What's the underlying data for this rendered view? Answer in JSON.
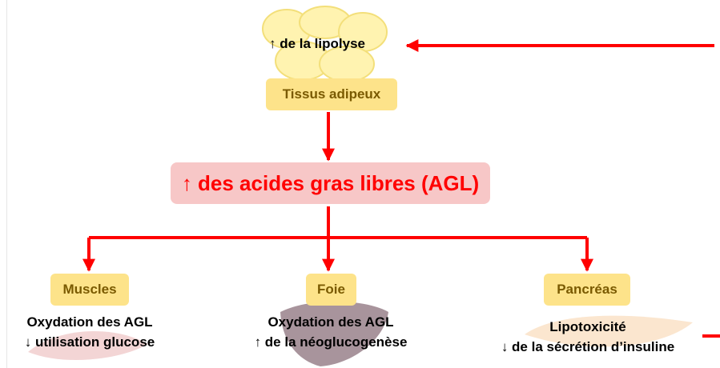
{
  "diagram": {
    "lipolysis_label": "↑ de la lipolyse",
    "adipose_label": "Tissus adipeux",
    "agl_label": "↑ des acides gras libres (AGL)",
    "targets": [
      {
        "name": "Muscles",
        "lines": [
          "Oxydation des AGL",
          "↓ utilisation glucose"
        ]
      },
      {
        "name": "Foie",
        "lines": [
          "Oxydation des AGL",
          "↑ de la néoglucogenèse"
        ]
      },
      {
        "name": "Pancréas",
        "lines": [
          "Lipotoxicité",
          "↓ de la sécrétion d’insuline"
        ]
      }
    ],
    "colors": {
      "arrow": "#ff0000",
      "target_box": "#fde38a",
      "target_text": "#7a5a00",
      "agl_box": "#f7c7c7",
      "agl_text": "#ff0000"
    }
  }
}
